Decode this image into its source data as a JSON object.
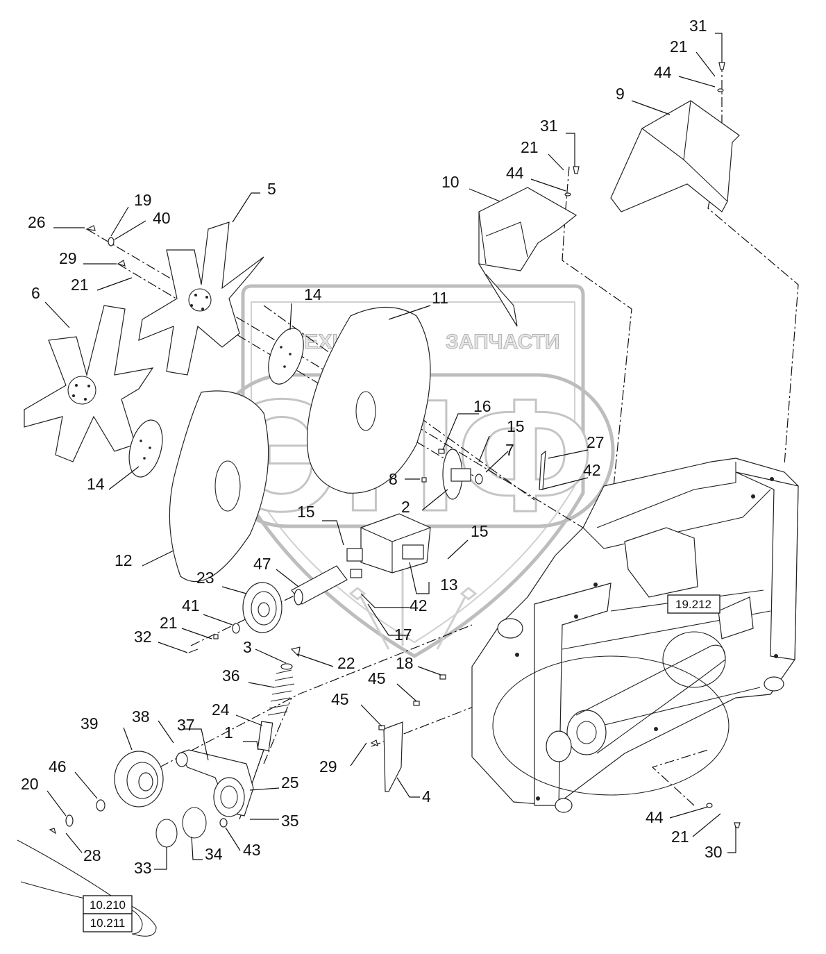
{
  "watermark": {
    "left_word": "ТЕХНИКА",
    "right_word": "ЗАПЧАСТИ",
    "monogram": "ЭПФ"
  },
  "references": [
    "19.212",
    "10.210",
    "10.211"
  ],
  "callouts": [
    "31",
    "21",
    "44",
    "9",
    "31",
    "21",
    "44",
    "10",
    "5",
    "19",
    "40",
    "26",
    "29",
    "21",
    "6",
    "14",
    "11",
    "16",
    "15",
    "7",
    "27",
    "42",
    "8",
    "2",
    "14",
    "15",
    "15",
    "12",
    "23",
    "47",
    "13",
    "41",
    "21",
    "32",
    "42",
    "17",
    "3",
    "22",
    "18",
    "36",
    "45",
    "24",
    "45",
    "1",
    "39",
    "38",
    "37",
    "46",
    "29",
    "20",
    "25",
    "4",
    "35",
    "28",
    "33",
    "34",
    "43",
    "44",
    "21",
    "30"
  ]
}
